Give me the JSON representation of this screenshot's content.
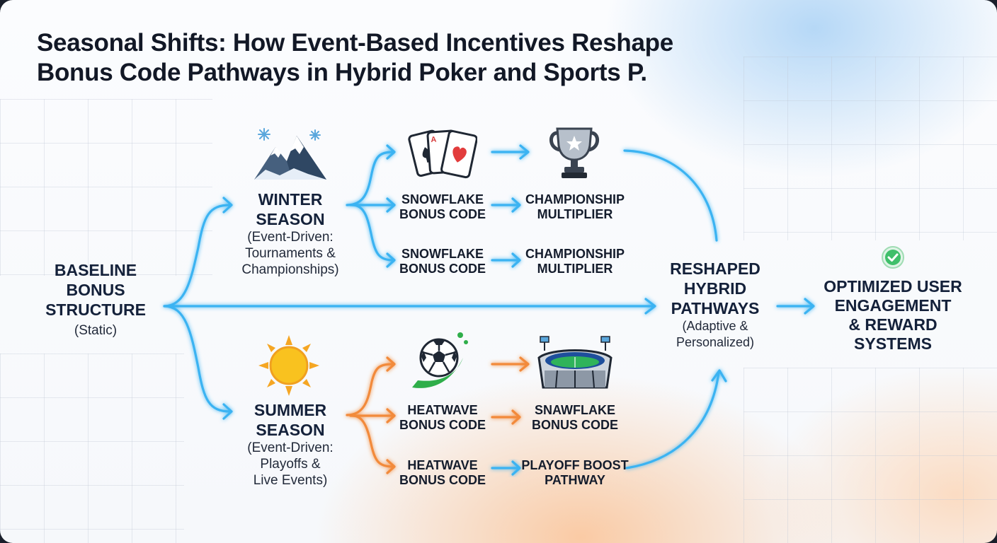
{
  "title_line1": "Seasonal Shifts: How Event-Based Incentives Reshape",
  "title_line2": "Bonus Code Pathways in Hybrid Poker and Sports P.",
  "baseline": {
    "title_lines": [
      "BASELINE",
      "BONUS",
      "STRUCTURE"
    ],
    "subtitle": "(Static)"
  },
  "winter": {
    "title_lines": [
      "WINTER",
      "SEASON"
    ],
    "subtitle_lines": [
      "(Event-Driven:",
      "Tournaments &",
      "Championships)"
    ],
    "icon": "snowy-mountain-icon"
  },
  "summer": {
    "title_lines": [
      "SUMMER",
      "SEASON"
    ],
    "subtitle_lines": [
      "(Event-Driven:",
      "Playoffs &",
      "Live Events)"
    ],
    "icon": "sun-icon"
  },
  "winter_branches": [
    {
      "code_lines": [
        "SNOWFLAKE",
        "BONUS CODE"
      ],
      "reward_lines": [
        "CHAMPIONSHIP",
        "MULTIPLIER"
      ]
    },
    {
      "code_lines": [
        "SNOWFLAKE",
        "BONUS CODE"
      ],
      "reward_lines": [
        "CHAMPIONSHIP",
        "MULTIPLIER"
      ]
    }
  ],
  "summer_branches": [
    {
      "code_lines": [
        "HEATWAVE",
        "BONUS CODE"
      ],
      "reward_lines": [
        "SNAWFLAKE",
        "BONUS CODE"
      ]
    },
    {
      "code_lines": [
        "HEATWAVE",
        "BONUS CODE"
      ],
      "reward_lines": [
        "PLAYOFF BOOST",
        "PATHWAY"
      ]
    }
  ],
  "reshaped": {
    "title_lines": [
      "RESHAPED",
      "HYBRID",
      "PATHWAYS"
    ],
    "subtitle_lines": [
      "(Adaptive &",
      "Personalized)"
    ]
  },
  "optimized": {
    "title_lines": [
      "OPTIMIZED USER",
      "ENGAGEMENT",
      "& REWARD",
      "SYSTEMS"
    ],
    "icon": "check-circle-icon"
  },
  "icons": [
    "snowy-mountain-icon",
    "playing-cards-icon",
    "trophy-icon",
    "sun-icon",
    "soccer-ball-icon",
    "stadium-icon",
    "check-circle-icon"
  ],
  "colors": {
    "winter_arrow": "#3ab3f2",
    "summer_arrow": "#f28a3a",
    "title": "#121826",
    "text": "#14213a",
    "check": "#3fbf6a"
  }
}
